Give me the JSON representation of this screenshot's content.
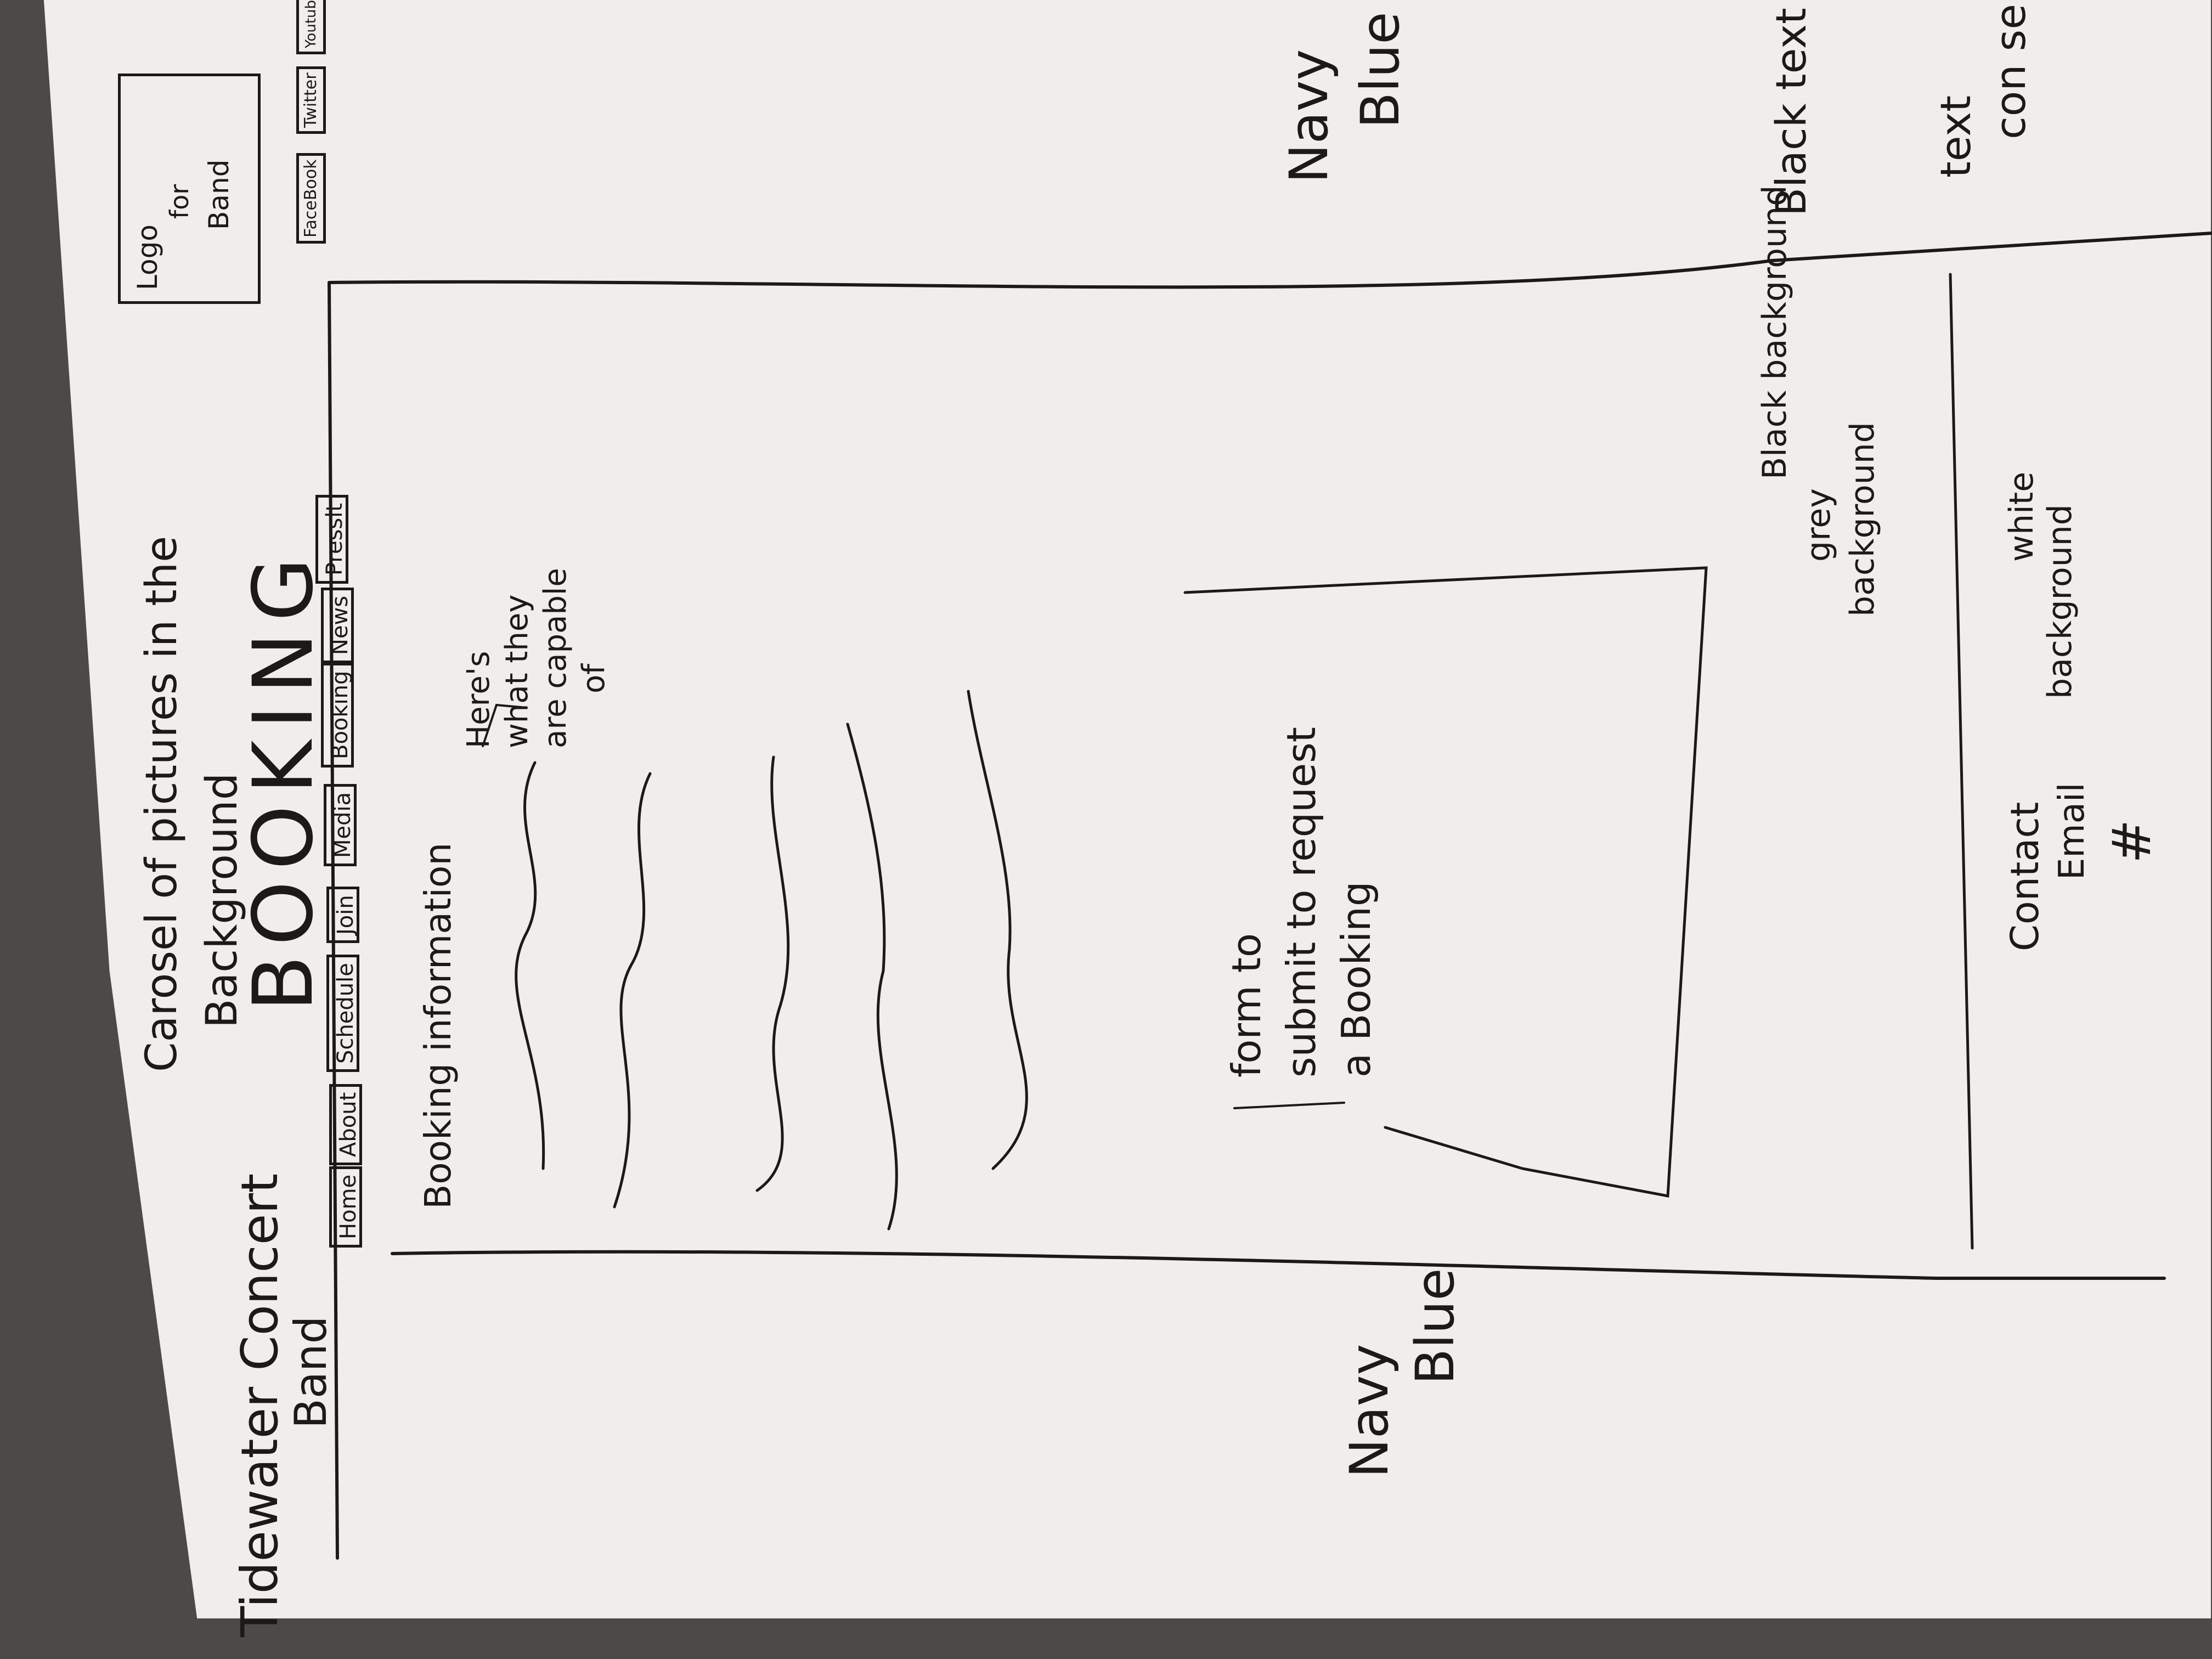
{
  "header": {
    "band_name_line1": "Tidewater Concert",
    "band_name_line2": "Band",
    "carousel_note_line1": "Carosel of pictures in the",
    "carousel_note_line2": "Background",
    "page_title": "BOOKING",
    "logo_line1": "Logo",
    "logo_line2": "for",
    "logo_line3": "Band"
  },
  "nav": {
    "items": [
      "Home",
      "About",
      "Schedule",
      "Join",
      "Media",
      "Booking",
      "News",
      "Presslt"
    ]
  },
  "social": {
    "items": [
      "FaceBook",
      "Twitter",
      "Youtube"
    ]
  },
  "main": {
    "heading": "Booking information",
    "annotation_line1": "Here's",
    "annotation_line2": "what they",
    "annotation_line3": "are capable",
    "annotation_line4": "of",
    "form_line1": "form to",
    "form_line2": "submit to request",
    "form_line3": "a Booking"
  },
  "notes": {
    "left_color_line1": "Navy",
    "left_color_line2": "Blue",
    "right_color_line1": "Navy",
    "right_color_line2": "Blue",
    "grey_bg_line1": "grey",
    "grey_bg_line2": "background",
    "black_bg": "Black background",
    "white_bg_line1": "white",
    "white_bg_line2": "background",
    "black_text": "Black text",
    "text_fragment_line1": "text",
    "text_fragment_line2": "con se"
  },
  "footer": {
    "contact": "Contact",
    "email": "Email",
    "phone": "#"
  },
  "colors": {
    "ink": "#1c1a17",
    "paper": "#efeeea",
    "table": "#4b4a48"
  }
}
